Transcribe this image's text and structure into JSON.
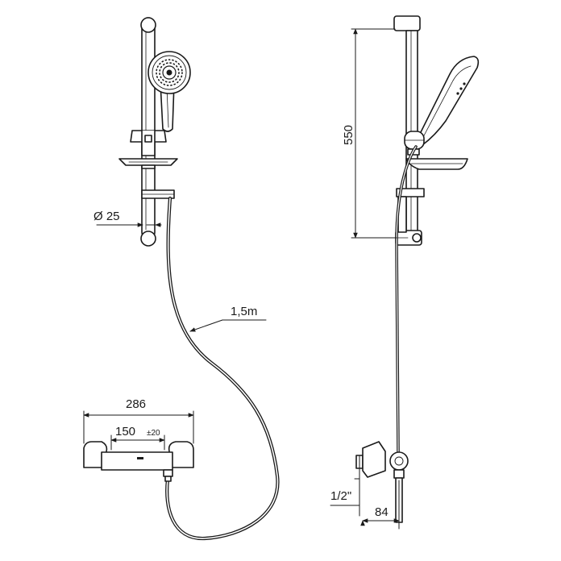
{
  "dimensions": {
    "bar_diameter": "Ø 25",
    "hose_length": "1,5m",
    "mixer_width": "286",
    "inlet_spacing": "150",
    "inlet_tolerance": "±20",
    "rail_height": "550",
    "inlet_thread": "1/2\"",
    "wall_offset": "84"
  }
}
